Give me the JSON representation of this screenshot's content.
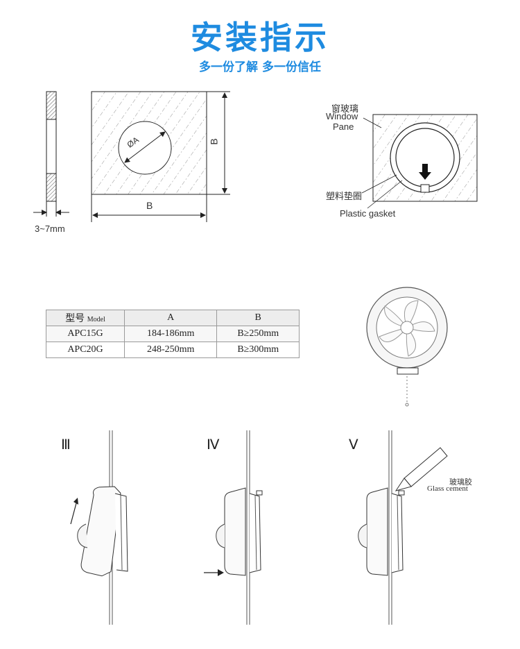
{
  "header": {
    "title": "安装指示",
    "subtitle": "多一份了解 多一份信任"
  },
  "diagram_top": {
    "thickness_label": "3~7mm",
    "diameter_label": "ØA",
    "width_label": "B",
    "height_label": "B",
    "pane_label_cn": "窗玻璃",
    "pane_label_en_1": "Window",
    "pane_label_en_2": "Pane",
    "gasket_label_cn": "塑料垫圈",
    "gasket_label_en": "Plastic gasket"
  },
  "spec_table": {
    "header_model_cn": "型号",
    "header_model_en": "Model",
    "header_a": "A",
    "header_b": "B",
    "rows": [
      {
        "model": "APC15G",
        "a": "184-186mm",
        "b": "B≥250mm"
      },
      {
        "model": "APC20G",
        "a": "248-250mm",
        "b": "B≥300mm"
      }
    ]
  },
  "steps": {
    "step3": "Ⅲ",
    "step4": "Ⅳ",
    "step5": "Ⅴ",
    "cement_cn": "玻璃胶",
    "cement_en": "Glass cement"
  }
}
